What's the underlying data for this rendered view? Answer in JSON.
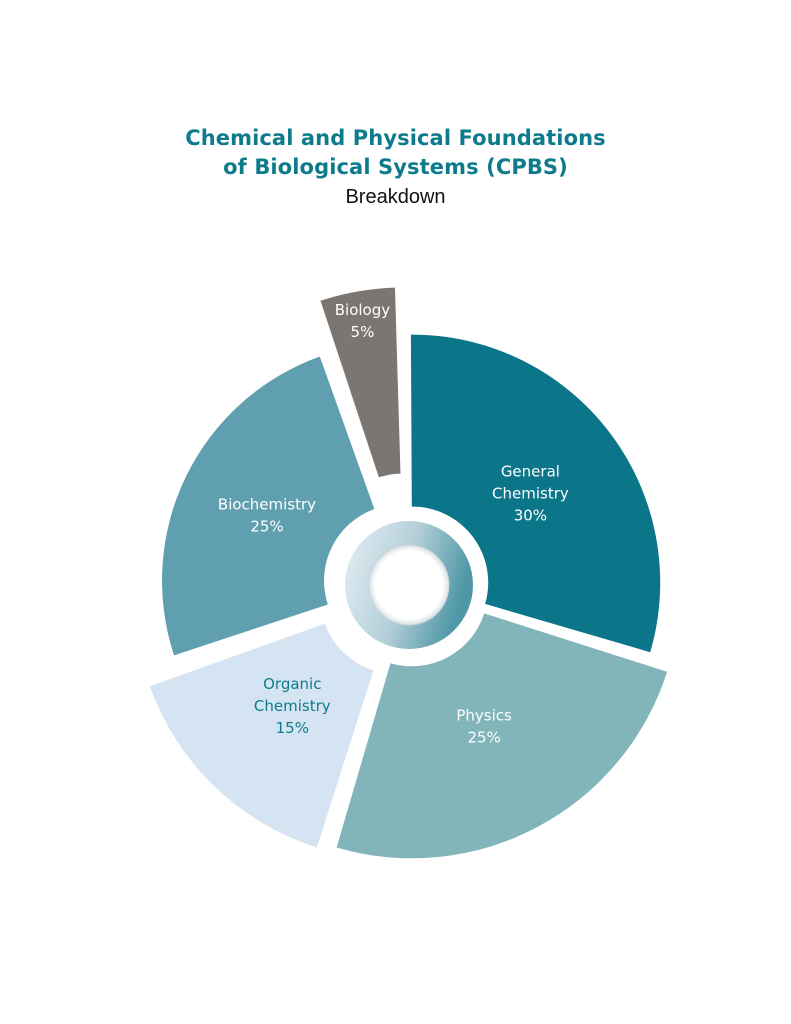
{
  "header": {
    "title_line1": "Chemical and Physical Foundations",
    "title_line2": "of Biological Systems (CPBS)",
    "subtitle": "Breakdown"
  },
  "chart_data": {
    "type": "pie",
    "title": "Chemical and Physical Foundations of Biological Systems (CPBS)",
    "subtitle": "Breakdown",
    "legend": "none",
    "slices": [
      {
        "name": "General Chemistry",
        "label_lines": [
          "General",
          "Chemistry",
          "30%"
        ],
        "value": 30,
        "color": "#0b7689",
        "label_color": "#ffffff"
      },
      {
        "name": "Physics",
        "label_lines": [
          "Physics",
          "25%"
        ],
        "value": 25,
        "color": "#81b5ba",
        "label_color": "#ffffff"
      },
      {
        "name": "Organic Chemistry",
        "label_lines": [
          "Organic",
          "Chemistry",
          "15%"
        ],
        "value": 15,
        "color": "#d5e4f2",
        "label_color": "#0e7b8c"
      },
      {
        "name": "Biochemistry",
        "label_lines": [
          "Biochemistry",
          "25%"
        ],
        "value": 25,
        "color": "#5f9faf",
        "label_color": "#ffffff"
      },
      {
        "name": "Biology",
        "label_lines": [
          "Biology",
          "5%"
        ],
        "value": 5,
        "color": "#7b7672",
        "label_color": "#ffffff"
      }
    ]
  }
}
